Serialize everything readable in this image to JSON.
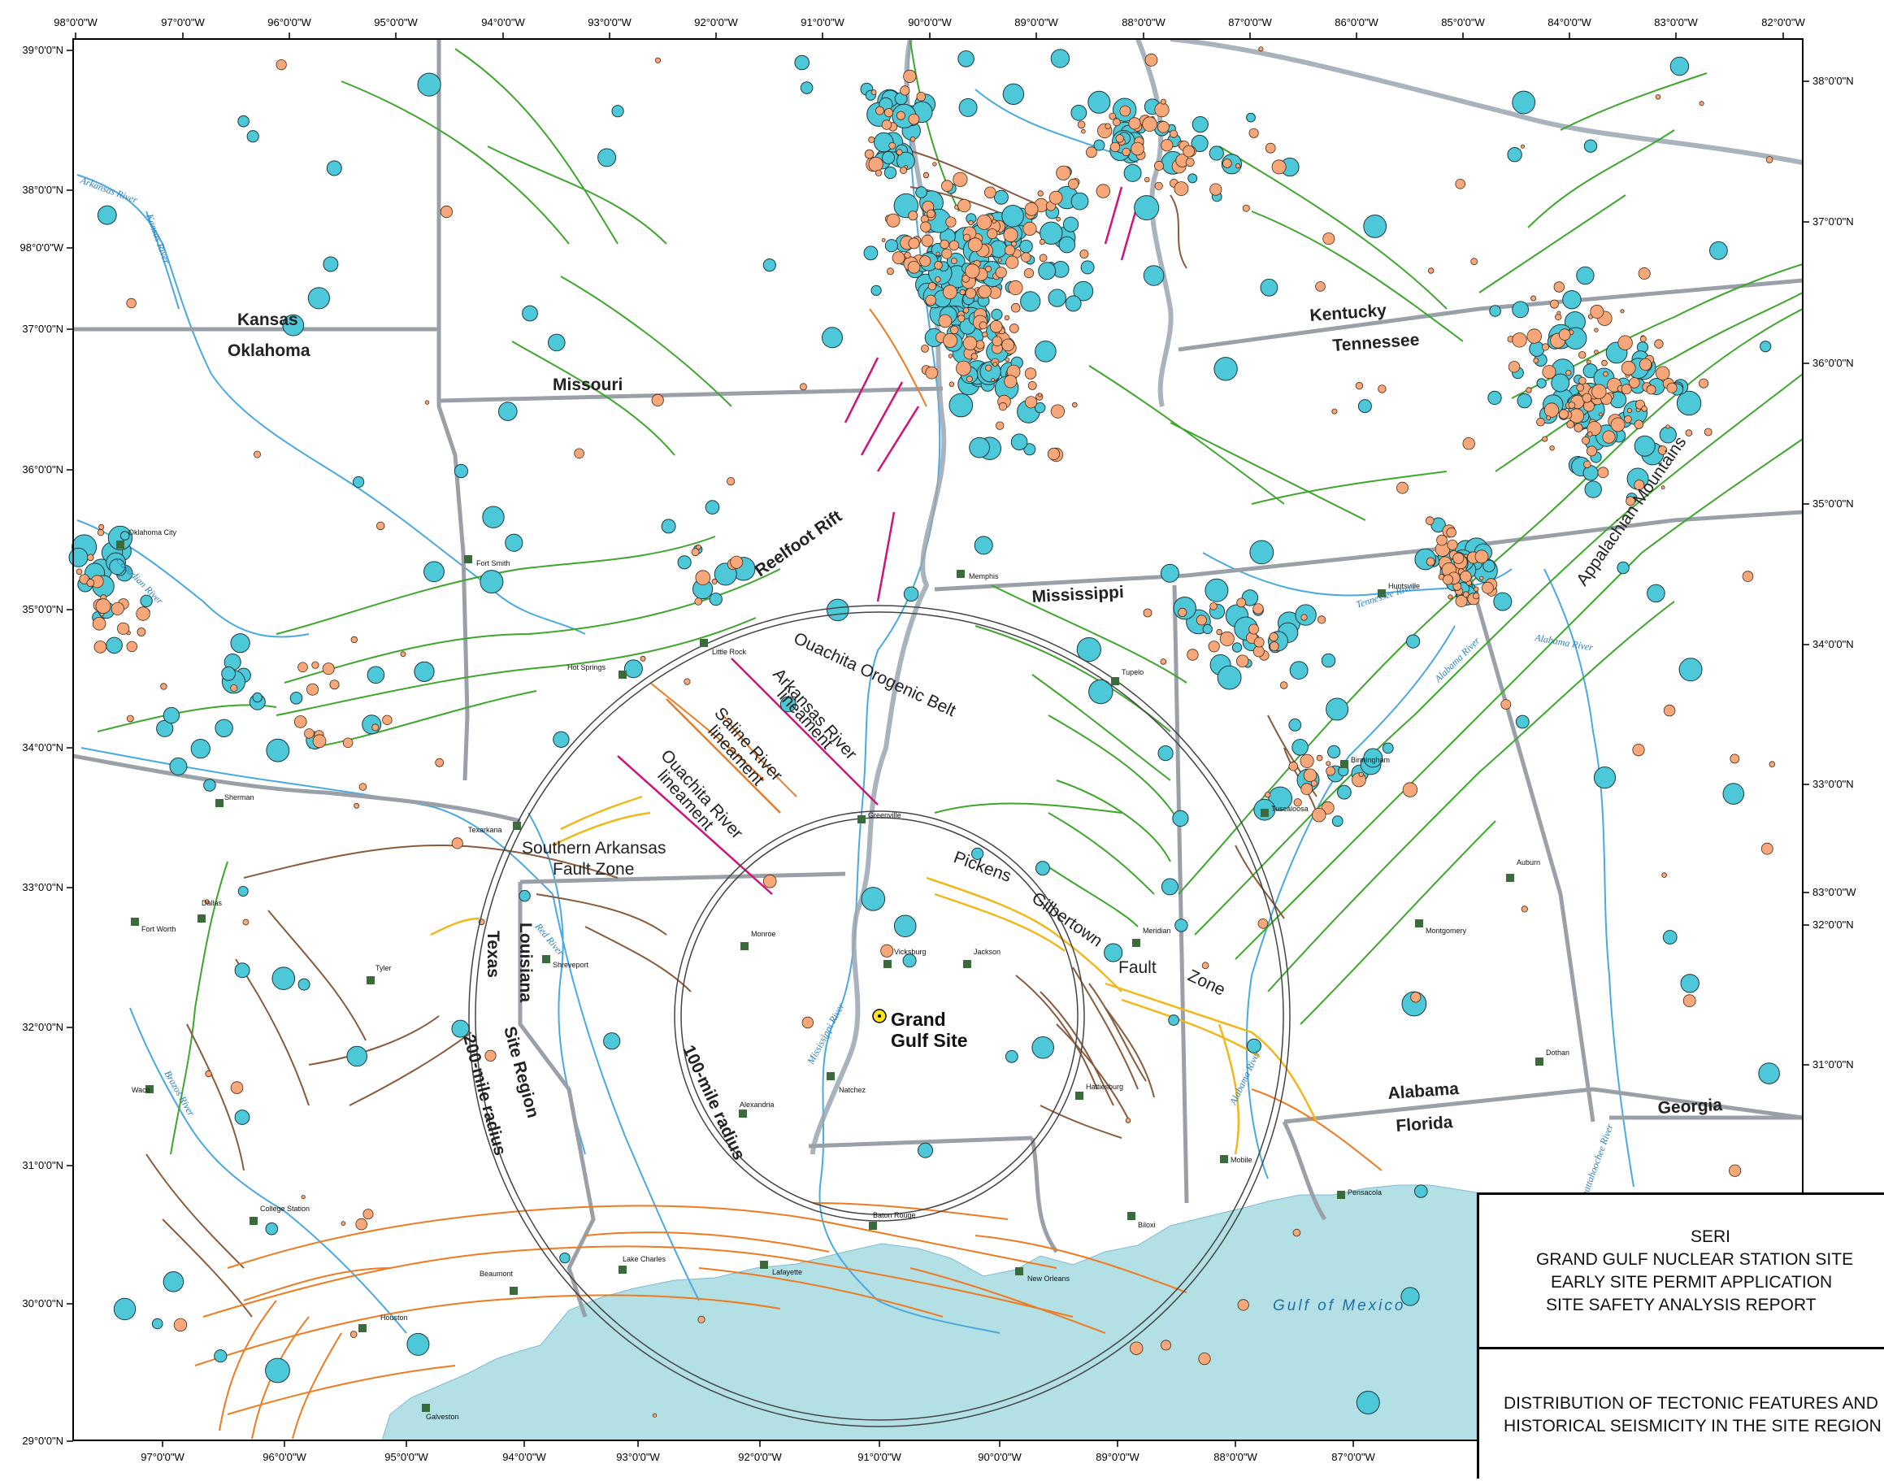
{
  "map": {
    "longitude_ticks": [
      "98°0'0\"W",
      "97°0'0\"W",
      "96°0'0\"W",
      "95°0'0\"W",
      "94°0'0\"W",
      "93°0'0\"W",
      "92°0'0\"W",
      "91°0'0\"W",
      "90°0'0\"W",
      "89°0'0\"W",
      "88°0'0\"W",
      "87°0'0\"W",
      "86°0'0\"W",
      "85°0'0\"W",
      "84°0'0\"W",
      "83°0'0\"W",
      "82°0'0\"W"
    ],
    "longitude_ticks_bottom": [
      "97°0'0\"W",
      "96°0'0\"W",
      "95°0'0\"W",
      "94°0'0\"W",
      "93°0'0\"W",
      "92°0'0\"W",
      "91°0'0\"W",
      "90°0'0\"W",
      "89°0'0\"W",
      "88°0'0\"W",
      "87°0'0\"W"
    ],
    "latitude_ticks_left": [
      "39°0'0\"N",
      "38°0'0\"N",
      "98°0'0\"W",
      "37°0'0\"N",
      "36°0'0\"N",
      "35°0'0\"N",
      "34°0'0\"N",
      "33°0'0\"N",
      "32°0'0\"N",
      "31°0'0\"N",
      "30°0'0\"N",
      "29°0'0\"N"
    ],
    "latitude_ticks_right": [
      "38°0'0\"N",
      "37°0'0\"N",
      "36°0'0\"N",
      "35°0'0\"N",
      "34°0'0\"N",
      "33°0'0\"N",
      "83°0'0\"W",
      "32°0'0\"N",
      "31°0'0\"N"
    ],
    "states": [
      "Kansas",
      "Oklahoma",
      "Missouri",
      "Kentucky",
      "Tennessee",
      "Mississippi",
      "Texas",
      "Louisiana",
      "Alabama",
      "Florida",
      "Georgia"
    ],
    "cities": [
      "Oklahoma City",
      "Fort Smith",
      "Memphis",
      "Little Rock",
      "Hot Springs",
      "Tupelo",
      "Huntsville",
      "Birmingham",
      "Tuscaloosa",
      "Sherman",
      "Texarkana",
      "Greenville",
      "Auburn",
      "Dallas",
      "Fort Worth",
      "Monroe",
      "Meridian",
      "Montgomery",
      "Vicksburg",
      "Jackson",
      "Shreveport",
      "Tyler",
      "Waco",
      "Alexandria",
      "Natchez",
      "Hattiesburg",
      "Dothan",
      "Mobile",
      "Pensacola",
      "College Station",
      "Baton Rouge",
      "Biloxi",
      "Lake Charles",
      "Lafayette",
      "New Orleans",
      "Beaumont",
      "Houston",
      "Galveston"
    ],
    "features": {
      "reelfoot": "Reelfoot Rift",
      "ouachita_belt": "Ouachita Orogenic Belt",
      "ark_line_1": "Arkansas River",
      "ark_line_2": "lineament",
      "sal_line_1": "Saline River",
      "sal_line_2": "lineament",
      "oua_line_1": "Ouachita River",
      "oua_line_2": "lineament",
      "saf_1": "Southern Arkansas",
      "saf_2": "Fault Zone",
      "pgf_1": "Pickens",
      "pgf_2": "Gilbertown",
      "pgf_3": "Fault",
      "pgf_4": "Zone",
      "appalachian": "Appalachian Mountains"
    },
    "rivers": [
      "Arkansas River",
      "Kansas River",
      "Canadian River",
      "Red River",
      "Brazos River",
      "Mississippi River",
      "Tennessee River",
      "Alabama River",
      "Alabama River",
      "Alabama River",
      "Chattahoochee River"
    ],
    "radius_100": "100-mile radius",
    "radius_200_1": "Site Region",
    "radius_200_2": "200-mile radius",
    "site_1": "Grand",
    "site_2": "Gulf Site",
    "gulf": "Gulf of Mexico"
  },
  "title_block": {
    "line1": "SERI",
    "line2": "GRAND GULF NUCLEAR STATION SITE",
    "line3": "EARLY SITE PERMIT APPLICATION",
    "line4": "SITE SAFETY ANALYSIS REPORT",
    "fig1": "DISTRIBUTION OF TECTONIC FEATURES AND",
    "fig2": "HISTORICAL SEISMICITY IN THE SITE REGION"
  },
  "colors": {
    "seismic_large": "#4dc8d8",
    "seismic_small": "#f7a77a",
    "fault_green": "#3fa62d",
    "fault_brown": "#8a5a3c",
    "fault_orange": "#ee7a22",
    "fault_yellow": "#f1b81c",
    "lineament_magenta": "#d1127a",
    "river": "#4aa9df",
    "state_border": "#9aa0a8",
    "gulf": "#b3e0e4",
    "city": "#3a6b3a"
  }
}
